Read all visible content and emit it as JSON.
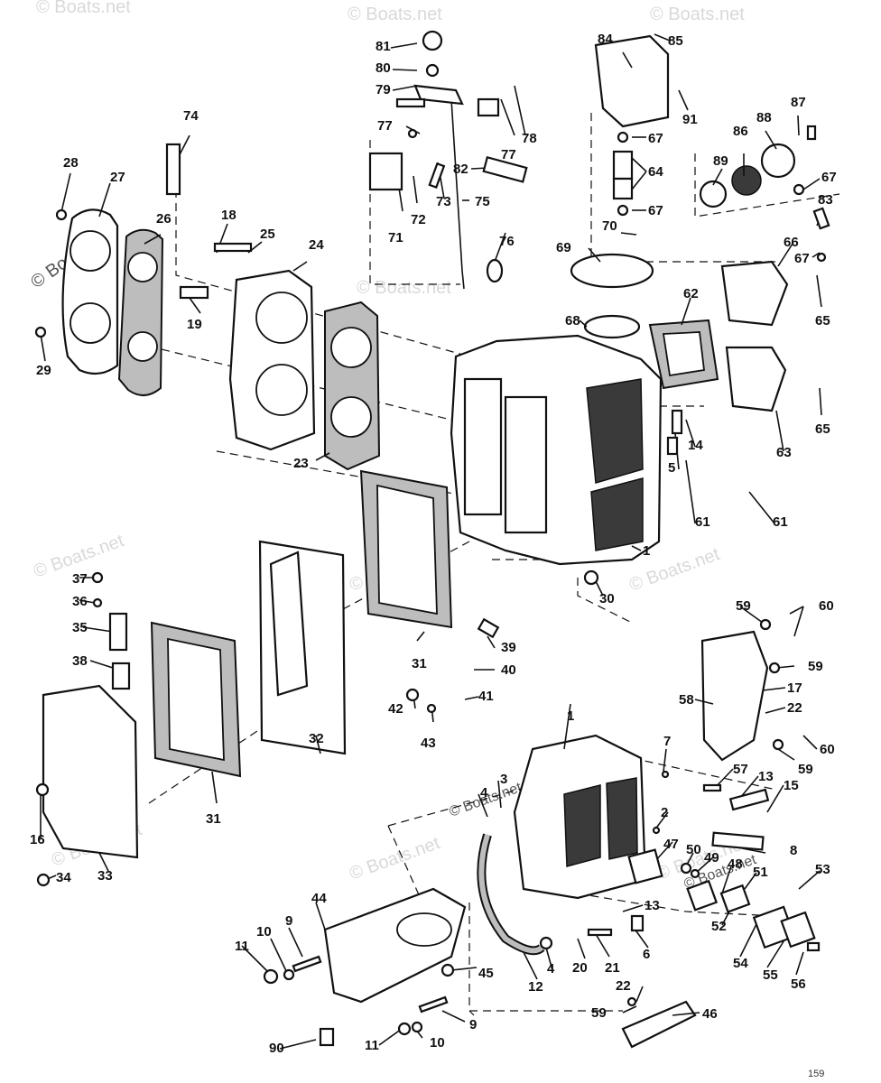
{
  "watermark": "© Boats.net",
  "figure_code": "159",
  "callouts": [
    "1",
    "2",
    "3",
    "4",
    "5",
    "6",
    "7",
    "8",
    "9",
    "10",
    "11",
    "12",
    "13",
    "14",
    "15",
    "16",
    "17",
    "18",
    "19",
    "20",
    "21",
    "22",
    "23",
    "24",
    "25",
    "26",
    "27",
    "28",
    "29",
    "30",
    "31",
    "32",
    "33",
    "34",
    "35",
    "36",
    "37",
    "38",
    "39",
    "40",
    "41",
    "42",
    "43",
    "44",
    "45",
    "46",
    "47",
    "48",
    "49",
    "50",
    "51",
    "52",
    "53",
    "54",
    "55",
    "56",
    "57",
    "58",
    "59",
    "60",
    "61",
    "62",
    "63",
    "64",
    "65",
    "66",
    "67",
    "68",
    "69",
    "70",
    "71",
    "72",
    "73",
    "74",
    "75",
    "76",
    "77",
    "78",
    "79",
    "80",
    "81",
    "82",
    "83",
    "84",
    "85",
    "86",
    "87",
    "88",
    "89",
    "90",
    "91"
  ]
}
